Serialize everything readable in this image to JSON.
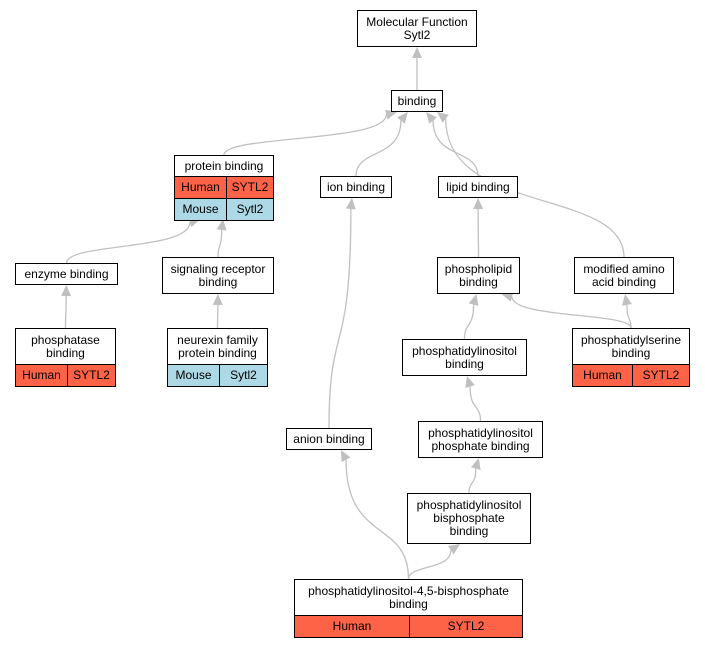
{
  "nodes": {
    "mf": {
      "label": "Molecular Function\nSytl2"
    },
    "binding": {
      "label": "binding"
    },
    "protein": {
      "label": "protein binding"
    },
    "ion": {
      "label": "ion binding"
    },
    "lipid": {
      "label": "lipid binding"
    },
    "enzyme": {
      "label": "enzyme binding"
    },
    "signaling": {
      "label": "signaling receptor\nbinding"
    },
    "phospholipid": {
      "label": "phospholipid\nbinding"
    },
    "modaa": {
      "label": "modified amino\nacid binding"
    },
    "phosphatase": {
      "label": "phosphatase\nbinding"
    },
    "neurexin": {
      "label": "neurexin family\nprotein binding"
    },
    "ptdins": {
      "label": "phosphatidylinositol\nbinding"
    },
    "ptdser": {
      "label": "phosphatidylserine\nbinding"
    },
    "anion": {
      "label": "anion binding"
    },
    "ptdinsp": {
      "label": "phosphatidylinositol\nphosphate binding"
    },
    "ptdinsp2": {
      "label": "phosphatidylinositol\nbisphosphate\nbinding"
    },
    "pip2": {
      "label": "phosphatidylinositol-4,5-bisphosphate\nbinding"
    }
  },
  "annotations": {
    "protein": [
      {
        "species": "Human",
        "gene": "SYTL2"
      },
      {
        "species": "Mouse",
        "gene": "Sytl2"
      }
    ],
    "phosphatase": [
      {
        "species": "Human",
        "gene": "SYTL2"
      }
    ],
    "neurexin": [
      {
        "species": "Mouse",
        "gene": "Sytl2"
      }
    ],
    "ptdser": [
      {
        "species": "Human",
        "gene": "SYTL2"
      }
    ],
    "pip2": [
      {
        "species": "Human",
        "gene": "SYTL2"
      }
    ]
  },
  "edges": [
    [
      "binding",
      "mf"
    ],
    [
      "protein",
      "binding"
    ],
    [
      "ion",
      "binding"
    ],
    [
      "lipid",
      "binding"
    ],
    [
      "modaa",
      "binding"
    ],
    [
      "enzyme",
      "protein"
    ],
    [
      "signaling",
      "protein"
    ],
    [
      "phosphatase",
      "enzyme"
    ],
    [
      "neurexin",
      "signaling"
    ],
    [
      "phospholipid",
      "lipid"
    ],
    [
      "ptdins",
      "phospholipid"
    ],
    [
      "ptdser",
      "phospholipid"
    ],
    [
      "ptdser",
      "modaa"
    ],
    [
      "ptdinsp",
      "ptdins"
    ],
    [
      "ptdinsp2",
      "ptdinsp"
    ],
    [
      "pip2",
      "ptdinsp2"
    ],
    [
      "pip2",
      "anion"
    ],
    [
      "anion",
      "ion"
    ]
  ],
  "colors": {
    "human": "#ff6347",
    "mouse": "#add8e6",
    "edge": "#c0c0c0"
  }
}
